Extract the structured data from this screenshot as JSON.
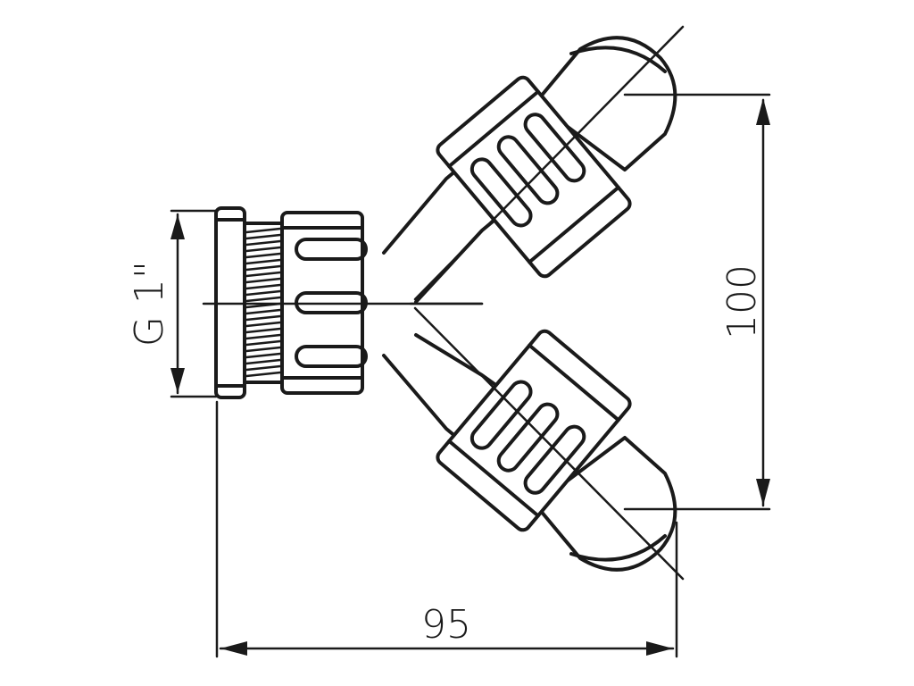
{
  "drawing": {
    "thread_label": "G 1\"",
    "height_dimension": "100",
    "width_dimension": "95"
  },
  "colors": {
    "ink": "#1a1a1a",
    "paper": "#ffffff"
  }
}
